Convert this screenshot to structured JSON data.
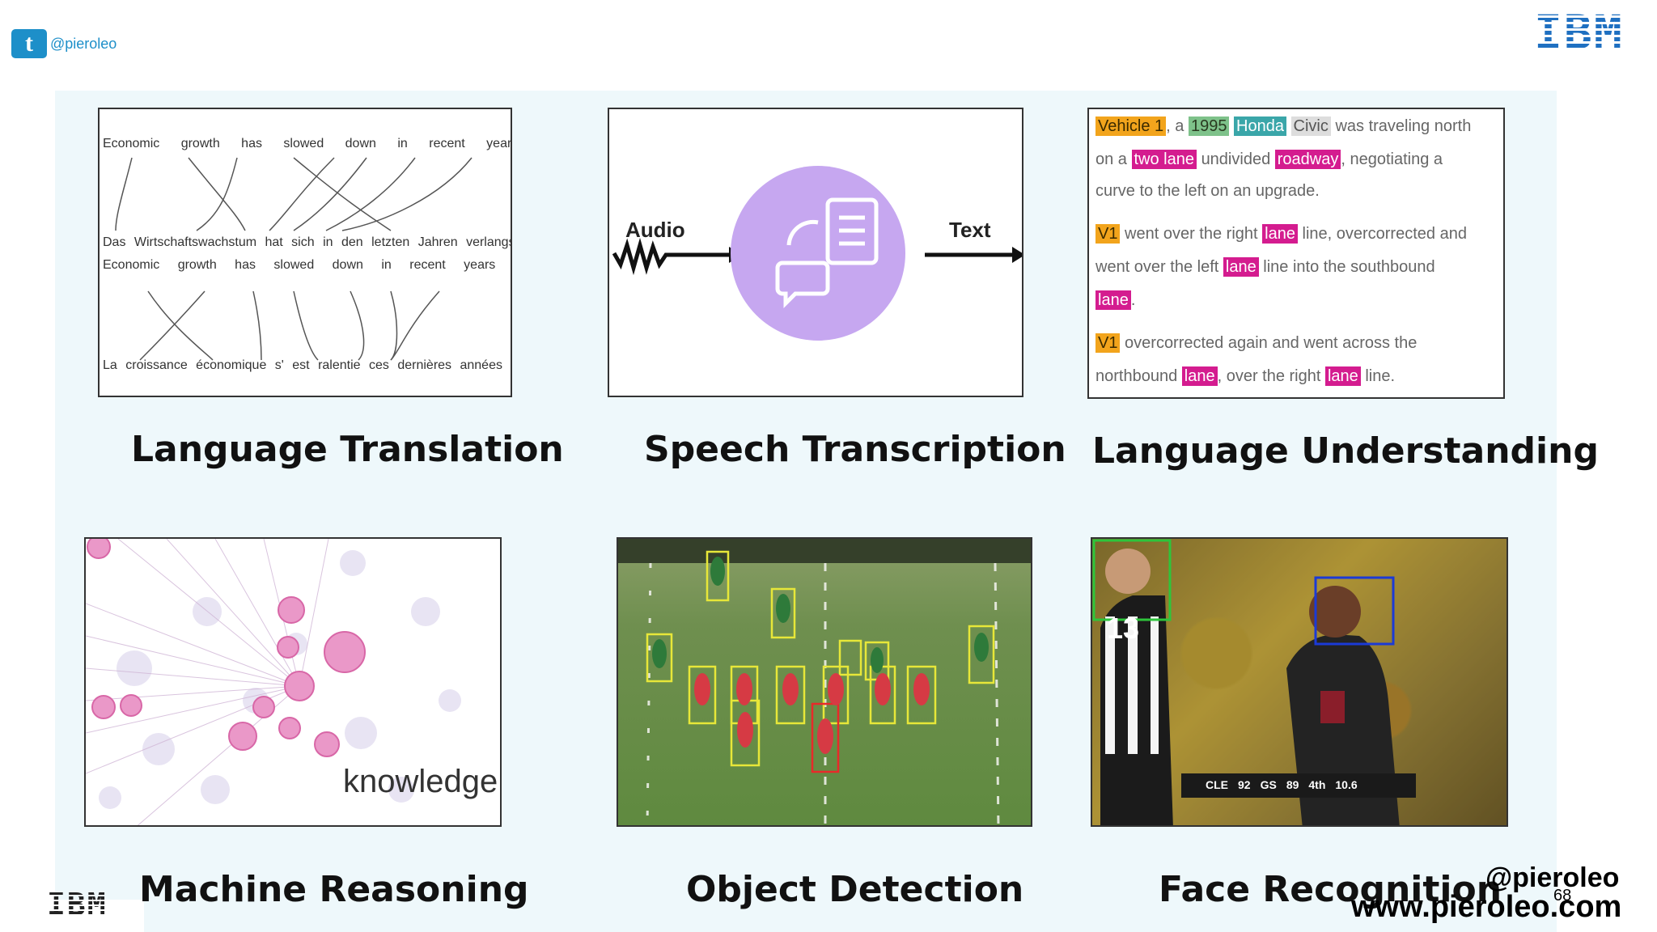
{
  "header": {
    "twitter_handle": "@pieroleo",
    "brand": "IBM"
  },
  "cards": {
    "translation": {
      "caption": "Language Translation",
      "english_1": "Economic growth has slowed down in recent years .",
      "german": "Das Wirtschaftswachstum hat sich in den letzten Jahren verlangsamt .",
      "english_2": "Economic growth has slowed down in recent years .",
      "french": "La croissance économique s' est ralentie ces dernières années ."
    },
    "speech": {
      "caption": "Speech Transcription",
      "input_label": "Audio",
      "output_label": "Text"
    },
    "understanding": {
      "caption": "Language Understanding",
      "tokens": {
        "vehicle1": "Vehicle 1",
        "year": "1995",
        "make": "Honda",
        "model": "Civic",
        "two_lane": "two lane",
        "roadway": "roadway",
        "v1": "V1",
        "lane": "lane"
      },
      "text": {
        "p1a": ", a",
        "p1b": "was traveling north",
        "p2a": "on a",
        "p2b": "undivided",
        "p2c": ", negotiating a",
        "p3": "curve to the left on an upgrade.",
        "p4a": "went over the right",
        "p4b": "line, overcorrected and",
        "p5a": "went over the left",
        "p5b": "line into the southbound",
        "p6": ".",
        "p7": "overcorrected again and went across the",
        "p8a": "northbound",
        "p8b": ", over the right",
        "p8c": "line."
      }
    },
    "reasoning": {
      "caption": "Machine Reasoning",
      "label": "knowledge"
    },
    "detection": {
      "caption": "Object Detection"
    },
    "face": {
      "caption": "Face Recognition",
      "jersey_number": "13",
      "scoreboard": {
        "team_1": "CLE",
        "score_1": "92",
        "team_2": "GS",
        "score_2": "89",
        "quarter": "4th",
        "clock": "10.6"
      }
    }
  },
  "footer": {
    "handle": "@pieroleo",
    "website": "www.pieroleo.com",
    "page_number": "68"
  },
  "colors": {
    "ibm_blue": "#1f70c1",
    "panel_bg": "#eef8fb",
    "highlight_magenta": "#d41c8f",
    "highlight_orange": "#f2a41c",
    "speech_circle": "#c6a7f0"
  }
}
